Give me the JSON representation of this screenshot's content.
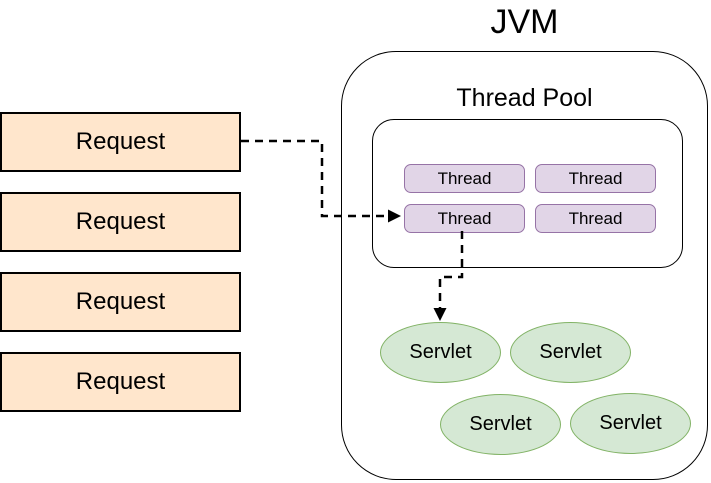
{
  "jvm": {
    "title": "JVM",
    "thread_pool": {
      "label": "Thread Pool",
      "threads": [
        {
          "label": "Thread"
        },
        {
          "label": "Thread"
        },
        {
          "label": "Thread"
        },
        {
          "label": "Thread"
        }
      ]
    },
    "servlets": [
      {
        "label": "Servlet"
      },
      {
        "label": "Servlet"
      },
      {
        "label": "Servlet"
      },
      {
        "label": "Servlet"
      }
    ]
  },
  "requests": [
    {
      "label": "Request"
    },
    {
      "label": "Request"
    },
    {
      "label": "Request"
    },
    {
      "label": "Request"
    }
  ],
  "connectors": [
    {
      "from": "request-1",
      "to": "thread-3",
      "style": "dashed-arrow"
    },
    {
      "from": "thread-3",
      "to": "servlet-1",
      "style": "dashed-arrow"
    }
  ],
  "colors": {
    "request_fill": "#FFE6CC",
    "request_stroke": "#000000",
    "thread_fill": "#E1D5E7",
    "thread_stroke": "#9673A6",
    "servlet_fill": "#D5E8D4",
    "servlet_stroke": "#82B366",
    "container_stroke": "#000000",
    "connector_stroke": "#000000",
    "background": "#FFFFFF"
  }
}
